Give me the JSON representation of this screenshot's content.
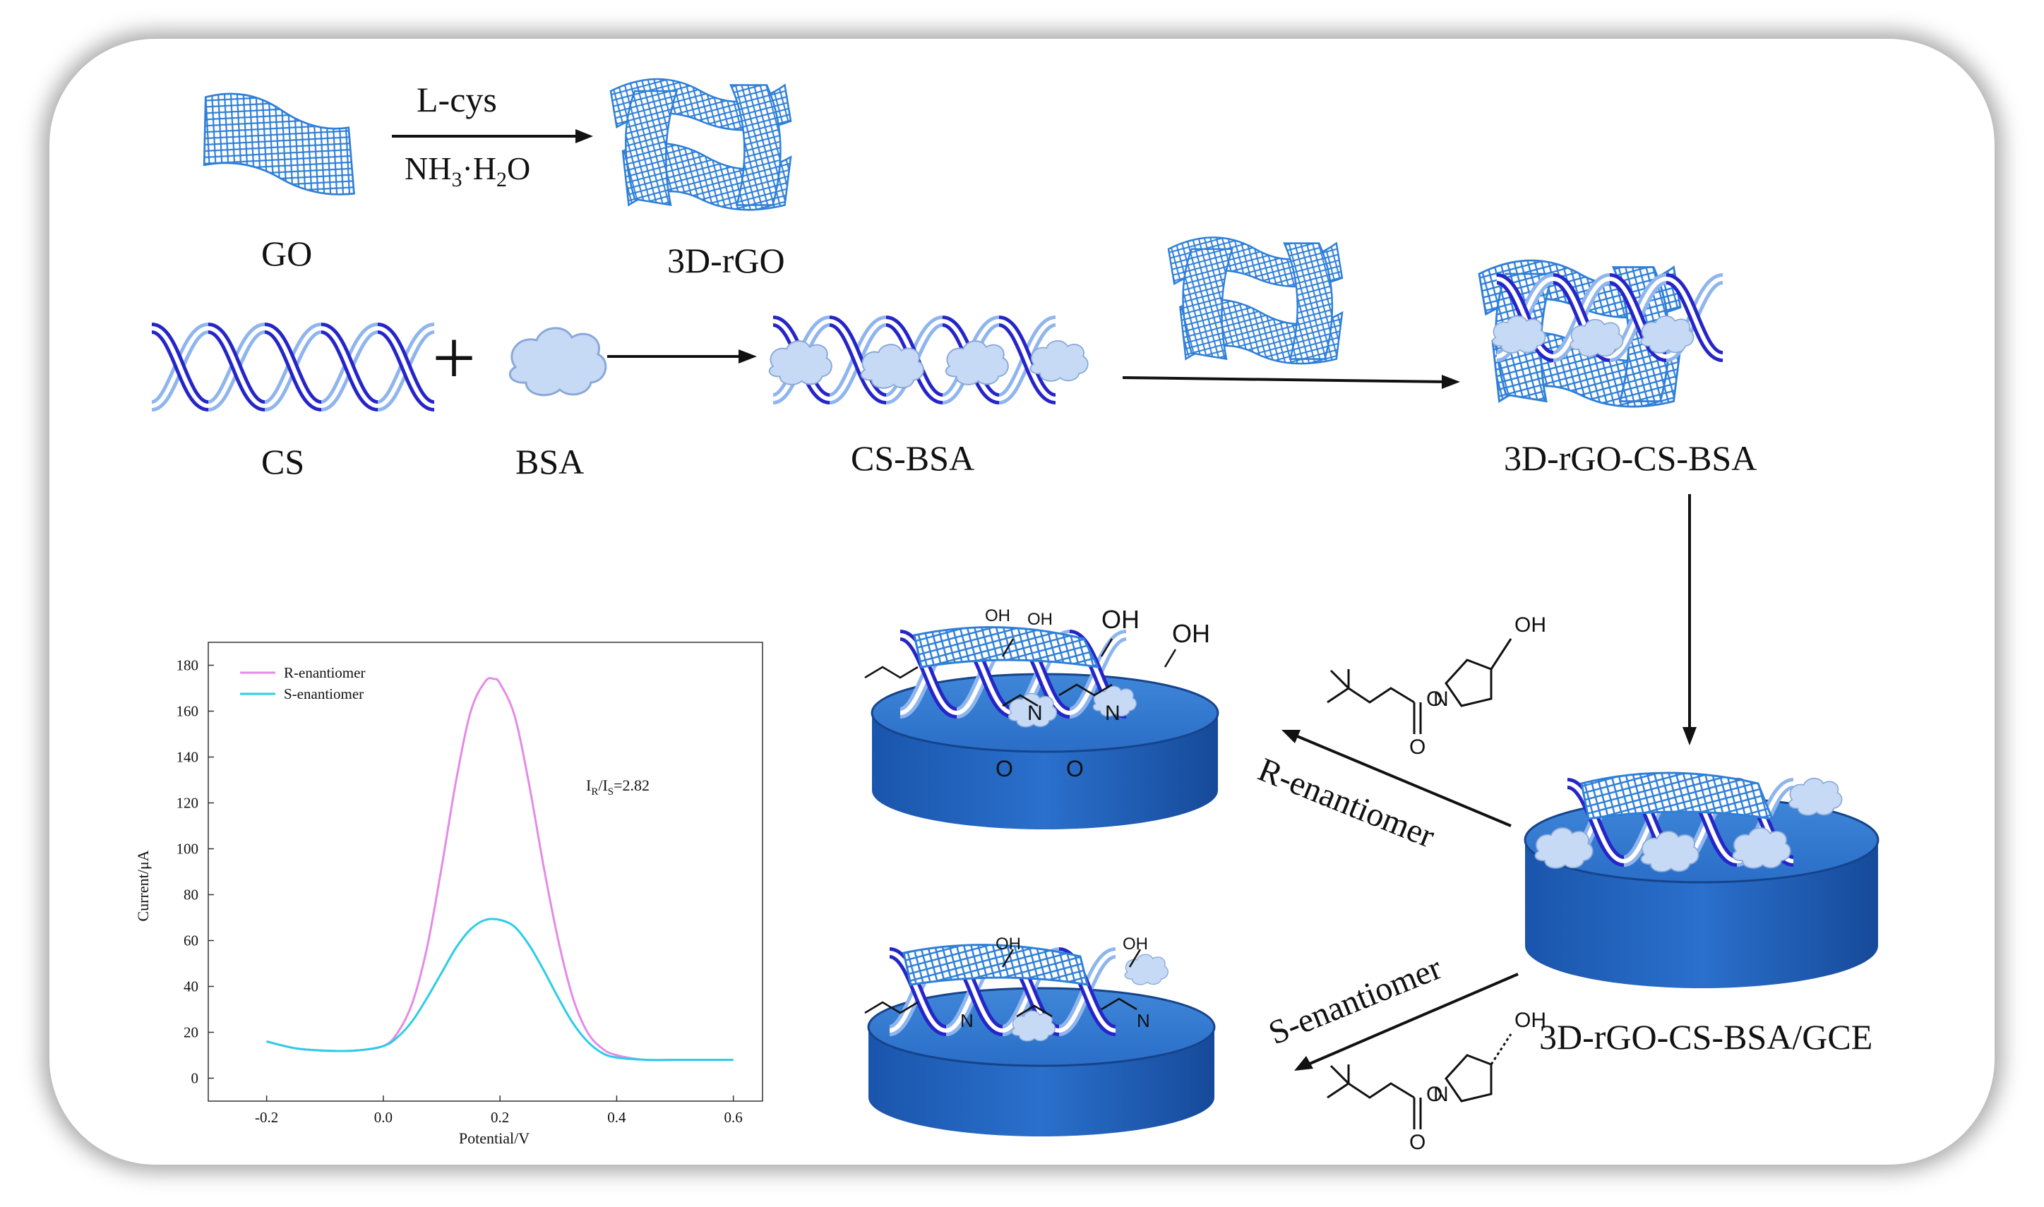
{
  "labels": {
    "go": "GO",
    "rgo3d": "3D-rGO",
    "cs": "CS",
    "bsa": "BSA",
    "cs_bsa": "CS-BSA",
    "rgo_cs_bsa": "3D-rGO-CS-BSA",
    "electrode": "3D-rGO-CS-BSA/GCE",
    "plus": "+"
  },
  "reaction": {
    "reagent_top": "L-cys",
    "reagent_bottom_main": "NH",
    "reagent_bottom_sub1": "3",
    "reagent_bottom_mid": "·H",
    "reagent_bottom_sub2": "2",
    "reagent_bottom_end": "O"
  },
  "arrows": {
    "r_label": "R-enantiomer",
    "s_label": "S-enantiomer"
  },
  "chem": {
    "oh": "OH",
    "o": "O",
    "n": "N"
  },
  "colors": {
    "helix_dark": "#2525c8",
    "helix_light": "#8fb5ee",
    "graphene": "#2f7fd8",
    "cloud_fill": "#c6daf5",
    "cloud_edge": "#8aa9d8",
    "electrode": "#1f5fb8",
    "r_series": "#e58ae6",
    "s_series": "#2bcde8"
  },
  "chart_data": {
    "type": "line",
    "title": "",
    "xlabel": "Potential/V",
    "ylabel": "Current/μA",
    "xlim": [
      -0.3,
      0.65
    ],
    "ylim": [
      -10,
      190
    ],
    "x_ticks": [
      "-0.2",
      "0.0",
      "0.2",
      "0.4",
      "0.6"
    ],
    "y_ticks": [
      "0",
      "20",
      "40",
      "60",
      "80",
      "100",
      "120",
      "140",
      "160",
      "180"
    ],
    "annotation": {
      "prefix": "I",
      "sub1": "R",
      "mid": "/I",
      "sub2": "S",
      "suffix": "=2.82"
    },
    "legend_position": "top-left",
    "series": [
      {
        "name": "R-enantiomer",
        "x": [
          -0.2,
          -0.15,
          -0.1,
          -0.05,
          0.0,
          0.025,
          0.05,
          0.075,
          0.1,
          0.125,
          0.15,
          0.175,
          0.19,
          0.2,
          0.225,
          0.25,
          0.275,
          0.3,
          0.325,
          0.35,
          0.375,
          0.4,
          0.45,
          0.5,
          0.55,
          0.6
        ],
        "values": [
          16,
          13,
          12,
          12,
          14,
          20,
          33,
          57,
          92,
          130,
          160,
          173,
          174,
          172,
          158,
          128,
          92,
          60,
          35,
          20,
          13,
          10,
          8,
          8,
          8,
          8
        ]
      },
      {
        "name": "S-enantiomer",
        "x": [
          -0.2,
          -0.15,
          -0.1,
          -0.05,
          0.0,
          0.025,
          0.05,
          0.075,
          0.1,
          0.125,
          0.15,
          0.175,
          0.2,
          0.225,
          0.25,
          0.275,
          0.3,
          0.325,
          0.35,
          0.375,
          0.4,
          0.45,
          0.5,
          0.55,
          0.6
        ],
        "values": [
          16,
          13,
          12,
          12,
          14,
          18,
          25,
          35,
          46,
          57,
          65,
          69,
          69,
          66,
          58,
          47,
          35,
          24,
          16,
          11,
          9,
          8,
          8,
          8,
          8
        ]
      }
    ]
  }
}
